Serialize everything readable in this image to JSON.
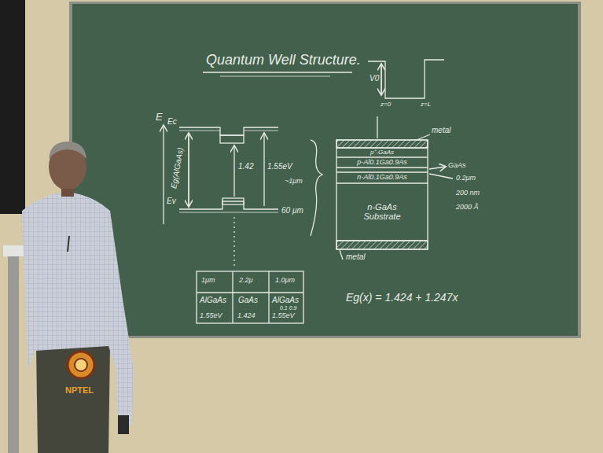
{
  "diagram": {
    "title": "Quantum Well Structure.",
    "nodes": [
      {
        "text": [
          "p⁺-GaAs"
        ]
      },
      {
        "text": [
          "p-Al0.1Ga0.9As"
        ]
      },
      {
        "text": [
          "n-Al0.1Ga0.9As"
        ]
      },
      {
        "text": [
          "n-GaAs Substrate"
        ]
      }
    ],
    "labels": [
      "E",
      "Ec",
      "Eg(AlGaAs)",
      "1.42",
      "1.55eV",
      "Ev",
      "~1μm",
      "60 μm",
      "1μm",
      "2.2μ",
      "1.0μm",
      "AlGaAs",
      "GaAs",
      "AlGaAs",
      "0.1 0.9",
      "1.55eV",
      "1.424",
      "1.55eV",
      "V0",
      "z=0",
      "z=L",
      "metal",
      "metal",
      "GaAs",
      "0.2μm",
      "200 nm",
      "2000 Å",
      "Eg(x) = 1.424 + 1.247x",
      "NPTEL"
    ]
  }
}
